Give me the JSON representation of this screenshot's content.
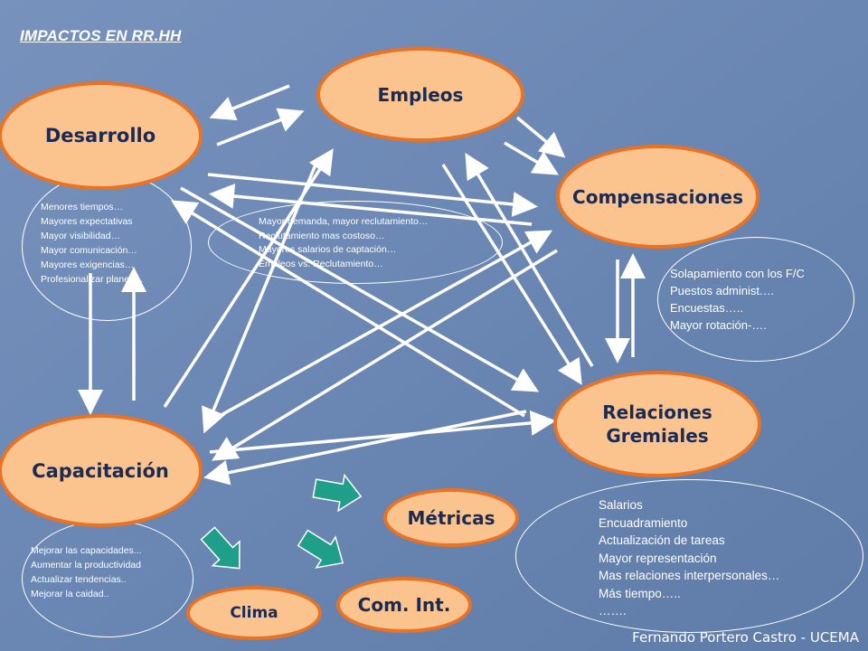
{
  "slide": {
    "title": "IMPACTOS  EN RR.HH",
    "footer": "Fernando Portero Castro - UCEMA"
  },
  "colors": {
    "background": "#6d89b4",
    "node_fill": "#fbc48e",
    "node_border": "#ea7223",
    "node_text": "#1b2b55",
    "arrow": "#ffffff",
    "block_arrow": "#1f9e8a"
  },
  "nodes": {
    "empleos": "Empleos",
    "desarrollo": "Desarrollo",
    "compensaciones": "Compensaciones",
    "relaciones_line1": "Relaciones",
    "relaciones_line2": "Gremiales",
    "capacitacion": "Capacitación",
    "metricas": "Métricas",
    "clima": "Clima",
    "com_int": "Com. Int."
  },
  "notes": {
    "desarrollo": [
      "Menores tiempos…",
      "Mayores expectativas",
      "Mayor visibilidad…",
      "Mayor comunicación…",
      "Mayores exigencias…",
      "Profesionalizar planes…"
    ],
    "empleos": [
      "Mayor demanda, mayor reclutamiento…",
      "Reclutamiento mas costoso…",
      "Mayores salarios de captación…",
      "Empleos vs. Reclutamiento…"
    ],
    "compensaciones": [
      "Solapamiento con los F/C",
      "Puestos administ.…",
      "Encuestas…..",
      "Mayor rotación-…."
    ],
    "relaciones": [
      "Salarios",
      "Encuadramiento",
      "Actualización de tareas",
      "Mayor representación",
      "Mas relaciones interpersonales…",
      "Más tiempo…..",
      "……."
    ],
    "capacitacion": [
      "Mejorar las capacidades...",
      "Aumentar la productividad",
      "Actualizar tendencias..",
      "Mejorar la caidad.."
    ]
  }
}
